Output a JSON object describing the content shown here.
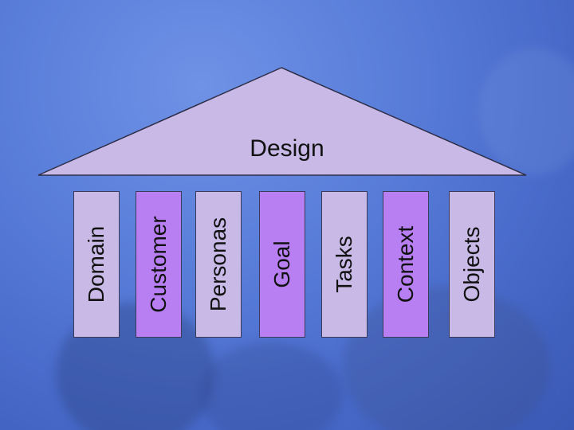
{
  "roof": {
    "label": "Design",
    "fill": "#c8b9e6"
  },
  "pillars": [
    {
      "label": "Domain",
      "fill": "#c8b9e6"
    },
    {
      "label": "Customer",
      "fill": "#b87ff2"
    },
    {
      "label": "Personas",
      "fill": "#c8b9e6"
    },
    {
      "label": "Goal",
      "fill": "#b87ff2"
    },
    {
      "label": "Tasks",
      "fill": "#c8b9e6"
    },
    {
      "label": "Context",
      "fill": "#b87ff2"
    },
    {
      "label": "Objects",
      "fill": "#c8b9e6"
    }
  ]
}
